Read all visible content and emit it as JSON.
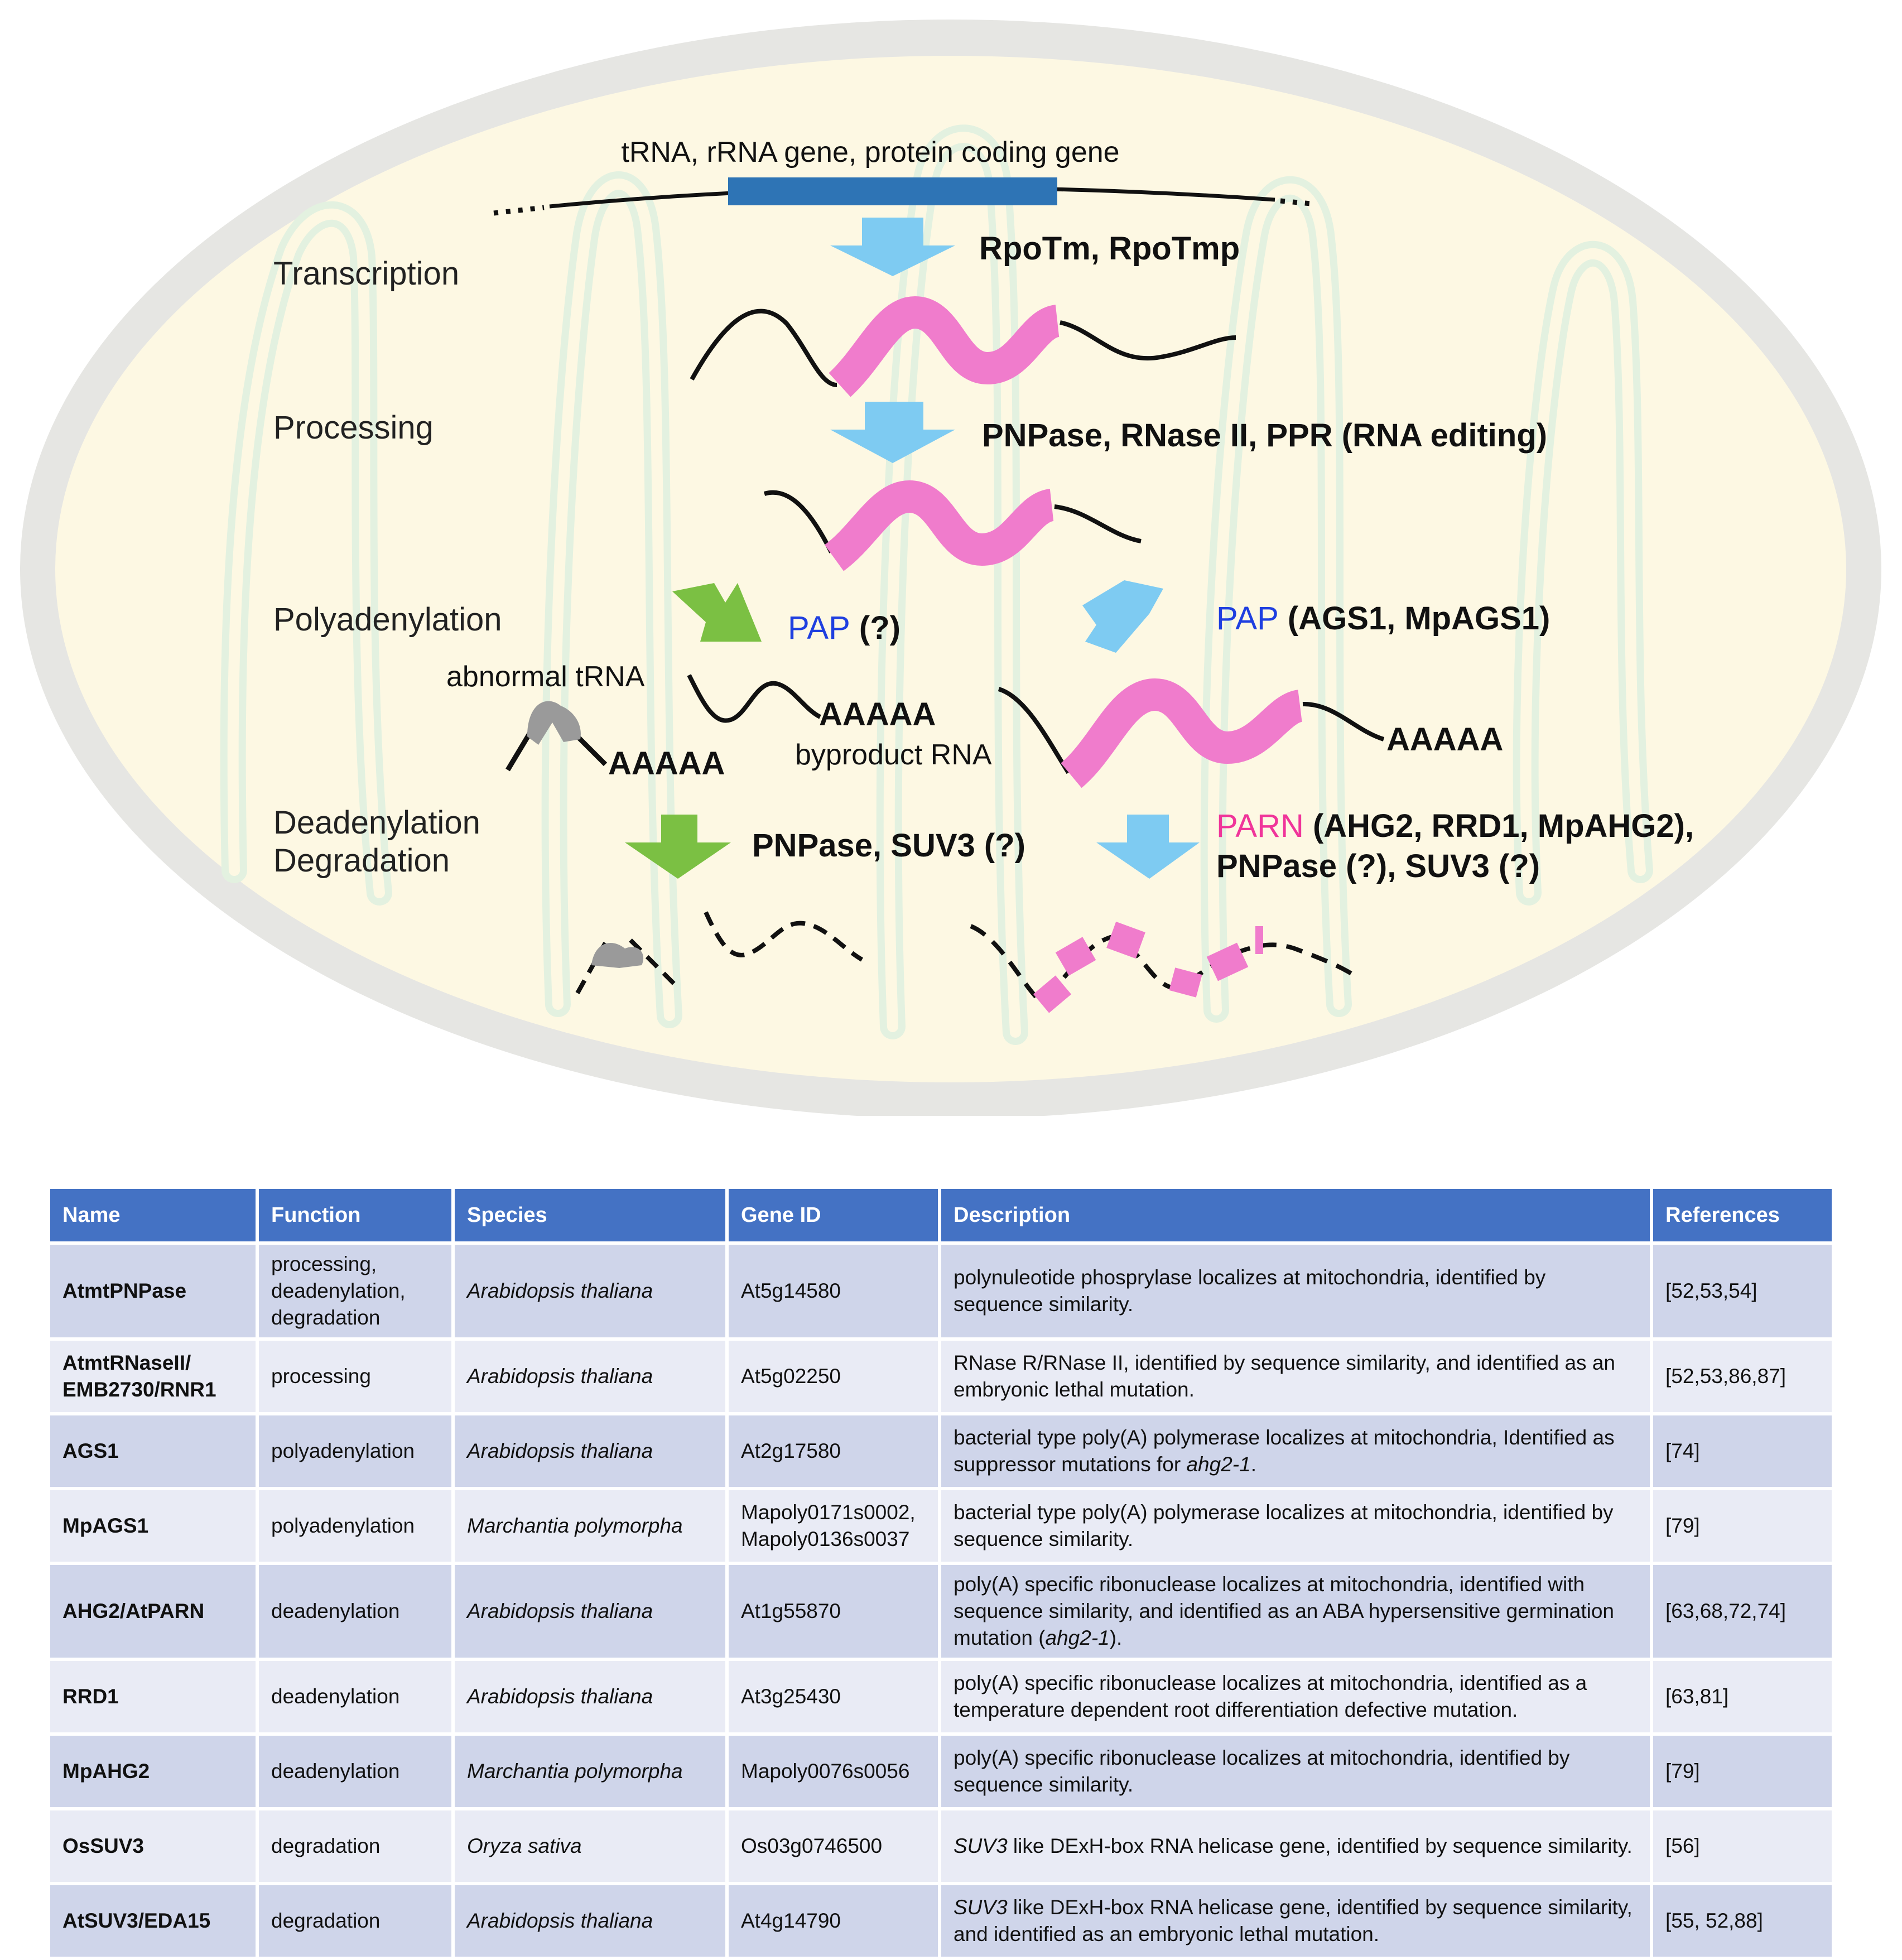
{
  "diagram": {
    "gene_label": "tRNA, rRNA gene,  protein coding gene",
    "stages": {
      "transcription": "Transcription",
      "processing": "Processing",
      "polyadenylation": "Polyadenylation",
      "deadenylation": "Deadenylation",
      "degradation": "Degradation"
    },
    "enzymes": {
      "transcription": "RpoTm, RpoTmp",
      "processing": "PNPase, RNase II, PPR (RNA editing)",
      "pap_left_name": "PAP",
      "pap_left_rest": " (?)",
      "pap_right_name": "PAP",
      "pap_right_rest": " (AGS1, MpAGS1)",
      "degradation_left": "PNPase, SUV3 (?)",
      "parn_name": "PARN",
      "parn_rest": " (AHG2, RRD1, MpAHG2),",
      "parn_line2": "PNPase (?), SUV3 (?)"
    },
    "labels": {
      "abnormal_trna": "abnormal tRNA",
      "byproduct_rna": "byproduct RNA",
      "polyA_1": "AAAAA",
      "polyA_2": "AAAAA",
      "polyA_3": "AAAAA"
    },
    "colors": {
      "mito_outer": "#e6e6e3",
      "mito_inner": "#fdf8e3",
      "cristae": "#e3f1e0",
      "gene_bar": "#2e74b5",
      "blue_arrow": "#7ecbf2",
      "green_arrow": "#7bc043",
      "pink_rna": "#f07ccc",
      "pap_blue": "#1f3fe0",
      "parn_pink": "#f0359a",
      "gray_trna": "#9a9a9a"
    }
  },
  "table": {
    "headers": [
      "Name",
      "Function",
      "Species",
      "Gene ID",
      "Description",
      "References"
    ],
    "rows": [
      {
        "name": "AtmtPNPase",
        "function": "processing, deadenylation, degradation",
        "species": "Arabidopsis thaliana",
        "gene_id": "At5g14580",
        "description": "polynuleotide phosprylase localizes at mitochondria, identified by sequence similarity.",
        "references": "[52,53,54]"
      },
      {
        "name": "AtmtRNaseII/ EMB2730/RNR1",
        "function": "processing",
        "species": "Arabidopsis thaliana",
        "gene_id": "At5g02250",
        "description": "RNase R/RNase II, identified by sequence similarity, and identified as an embryonic lethal mutation.",
        "references": "[52,53,86,87]"
      },
      {
        "name": "AGS1",
        "function": "polyadenylation",
        "species": "Arabidopsis thaliana",
        "gene_id": "At2g17580",
        "description_pre": "bacterial type poly(A) polymerase localizes at mitochondria, Identified as suppressor mutations for ",
        "description_italic": "ahg2-1",
        "description_post": ".",
        "references": "[74]"
      },
      {
        "name": "MpAGS1",
        "function": "polyadenylation",
        "species": "Marchantia polymorpha",
        "gene_id": "Mapoly0171s0002, Mapoly0136s0037",
        "description": "bacterial type poly(A) polymerase localizes at mitochondria, identified by sequence similarity.",
        "references": "[79]"
      },
      {
        "name": "AHG2/AtPARN",
        "function": "deadenylation",
        "species": "Arabidopsis thaliana",
        "gene_id": "At1g55870",
        "description_pre": "poly(A) specific ribonuclease localizes at mitochondria, identified with sequence similarity, and identified as an ABA hypersensitive germination mutation (",
        "description_italic": "ahg2-1",
        "description_post": ").",
        "references": "[63,68,72,74]"
      },
      {
        "name": "RRD1",
        "function": "deadenylation",
        "species": "Arabidopsis thaliana",
        "gene_id": "At3g25430",
        "description": "poly(A) specific ribonuclease localizes at mitochondria, identified as a temperature dependent root differentiation defective mutation.",
        "references": "[63,81]"
      },
      {
        "name": "MpAHG2",
        "function": "deadenylation",
        "species": "Marchantia polymorpha",
        "gene_id": "Mapoly0076s0056",
        "description": "poly(A) specific ribonuclease localizes at mitochondria, identified by sequence similarity.",
        "references": "[79]"
      },
      {
        "name": "OsSUV3",
        "function": "degradation",
        "species": "Oryza sativa",
        "gene_id": "Os03g0746500",
        "description_pre": "",
        "description_italic": "SUV3",
        "description_post": " like DExH-box RNA helicase gene, identified by sequence similarity.",
        "references": "[56]"
      },
      {
        "name": "AtSUV3/EDA15",
        "function": "degradation",
        "species": "Arabidopsis thaliana",
        "gene_id": "At4g14790",
        "description_pre": "",
        "description_italic": "SUV3",
        "description_post": " like DExH-box RNA helicase gene, identified by sequence similarity, and identified as an embryonic lethal mutation.",
        "references": "[55, 52,88]"
      }
    ]
  }
}
